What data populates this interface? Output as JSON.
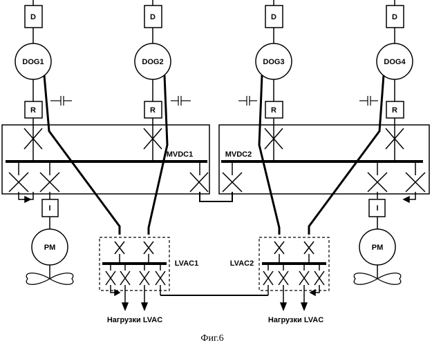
{
  "generators": [
    {
      "label": "DOG1",
      "drive_label": "D",
      "rectifier_label": "R"
    },
    {
      "label": "DOG2",
      "drive_label": "D",
      "rectifier_label": "R"
    },
    {
      "label": "DOG3",
      "drive_label": "D",
      "rectifier_label": "R"
    },
    {
      "label": "DOG4",
      "drive_label": "D",
      "rectifier_label": "R"
    }
  ],
  "switchboards": {
    "mvdc1": "MVDC1",
    "mvdc2": "MVDC2",
    "lvac1": "LVAC1",
    "lvac2": "LVAC2"
  },
  "propulsion": [
    {
      "inverter_label": "I",
      "motor_label": "PM"
    },
    {
      "inverter_label": "I",
      "motor_label": "PM"
    }
  ],
  "loads": [
    "Нагрузки LVAC",
    "Нагрузки LVAC"
  ],
  "caption": "Фиг.6"
}
